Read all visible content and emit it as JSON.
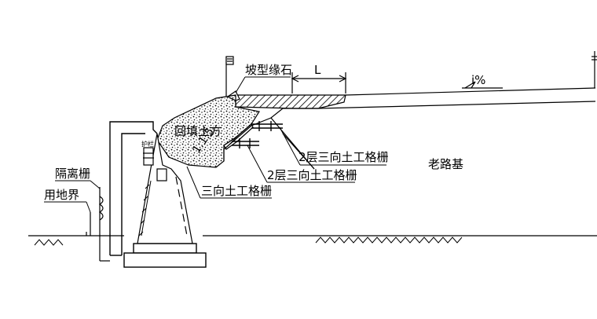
{
  "labels": {
    "curb_stone": "坡型缘石",
    "width_marker": "L",
    "slope_percent": "i%",
    "backfill": "回填土方",
    "side_slope": "1:1.5",
    "geogrid_two_layer_upper": "2层三向土工格栅",
    "geogrid_two_layer_lower": "2层三向土工格栅",
    "geogrid_single": "三向土工格栅",
    "old_subgrade": "老路基",
    "isolation_fence": "隔离栅",
    "land_boundary": "用地界",
    "guardrail_tag": "护栏"
  },
  "colors": {
    "line": "#000000",
    "background": "#ffffff"
  }
}
